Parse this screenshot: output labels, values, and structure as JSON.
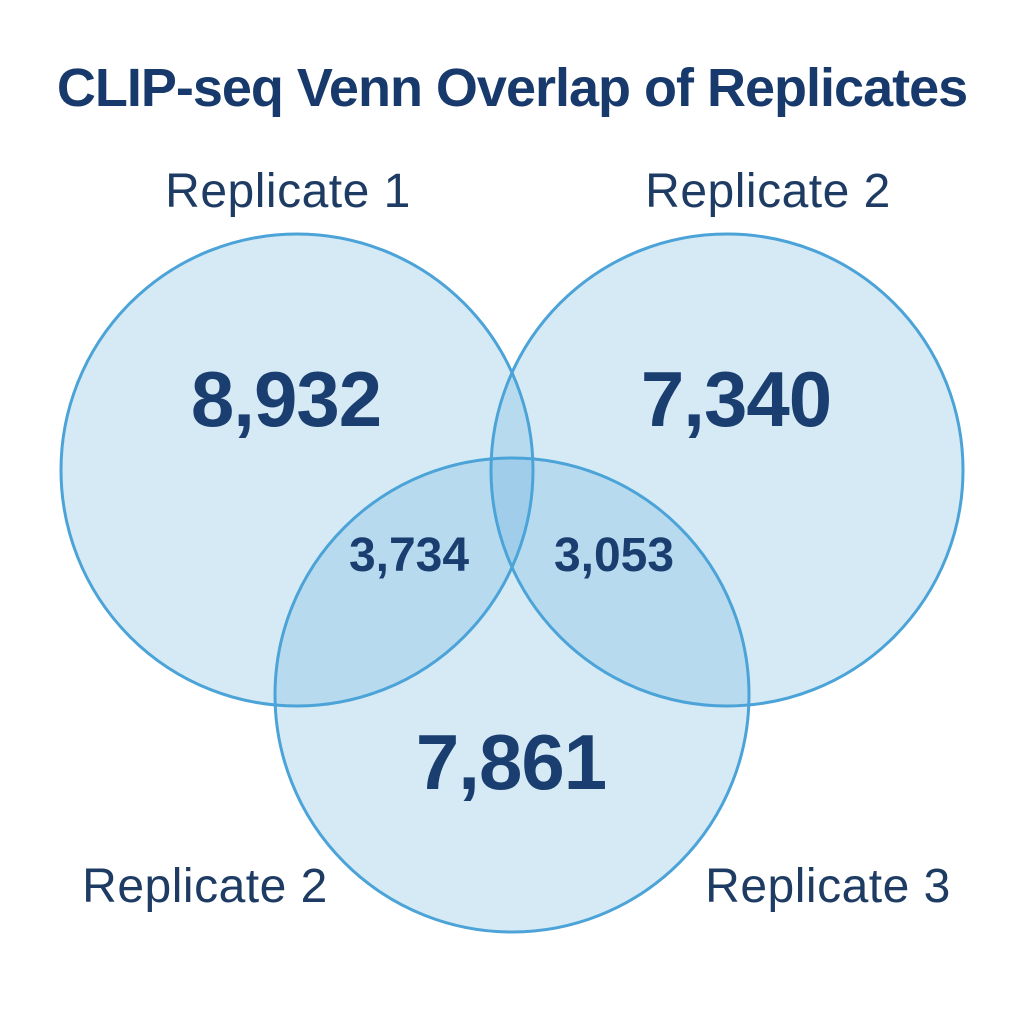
{
  "title": "CLIP-seq Venn Overlap of Replicates",
  "colors": {
    "background": "#ffffff",
    "title_text": "#17396b",
    "label_text": "#1e3c63",
    "value_text": "#1a3e70",
    "circle_fill_base": "#60acdc",
    "circle_fill_opacity": "0.26",
    "circle_stroke": "#4ba3d8",
    "single_region_fill": "#d6eaf8",
    "pairwise_region_fill": "#b3dbf2",
    "triple_region_fill": "#a0d0ec"
  },
  "chart_data": {
    "type": "venn",
    "title": "CLIP-seq Venn Overlap of Replicates",
    "sets": [
      {
        "position": "top-left",
        "label": "Replicate 1",
        "value": 8932,
        "value_display": "8,932"
      },
      {
        "position": "top-right",
        "label": "Replicate 2",
        "value": 7340,
        "value_display": "7,340"
      },
      {
        "position": "bottom",
        "label_left": "Replicate 2",
        "label_right": "Replicate 3",
        "value": 7861,
        "value_display": "7,861"
      }
    ],
    "overlaps": [
      {
        "between": [
          "top-left",
          "bottom"
        ],
        "value": 3734,
        "value_display": "3,734"
      },
      {
        "between": [
          "top-right",
          "bottom"
        ],
        "value": 3053,
        "value_display": "3,053"
      }
    ]
  }
}
